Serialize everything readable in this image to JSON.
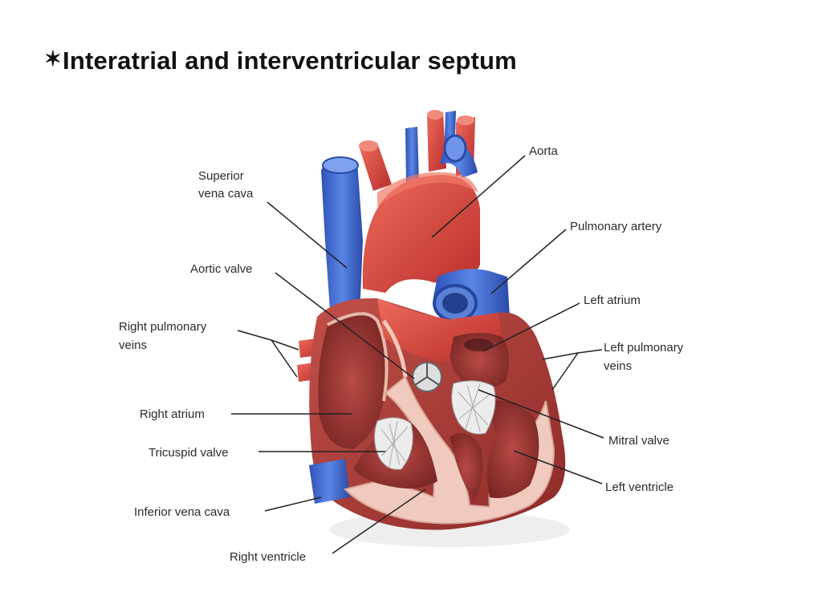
{
  "title": {
    "bullet": "✶",
    "text": "Interatrial and interventricular septum"
  },
  "labels": {
    "superior_vena_cava_1": "Superior",
    "superior_vena_cava_2": "vena cava",
    "aortic_valve": "Aortic valve",
    "right_pulmonary_veins_1": "Right pulmonary",
    "right_pulmonary_veins_2": "veins",
    "right_atrium": "Right atrium",
    "tricuspid_valve": "Tricuspid valve",
    "inferior_vena_cava": "Inferior vena cava",
    "right_ventricle": "Right ventricle",
    "aorta": "Aorta",
    "pulmonary_artery": "Pulmonary artery",
    "left_atrium": "Left atrium",
    "left_pulmonary_veins_1": "Left pulmonary",
    "left_pulmonary_veins_2": "veins",
    "mitral_valve": "Mitral valve",
    "left_ventricle": "Left ventricle"
  },
  "colors": {
    "venous_blue": "#3a63c9",
    "arterial_red": "#d8433d",
    "muscle_dark": "#a83a36",
    "septum_light": "#f3d2c4",
    "valve_white": "#eeeeee"
  }
}
